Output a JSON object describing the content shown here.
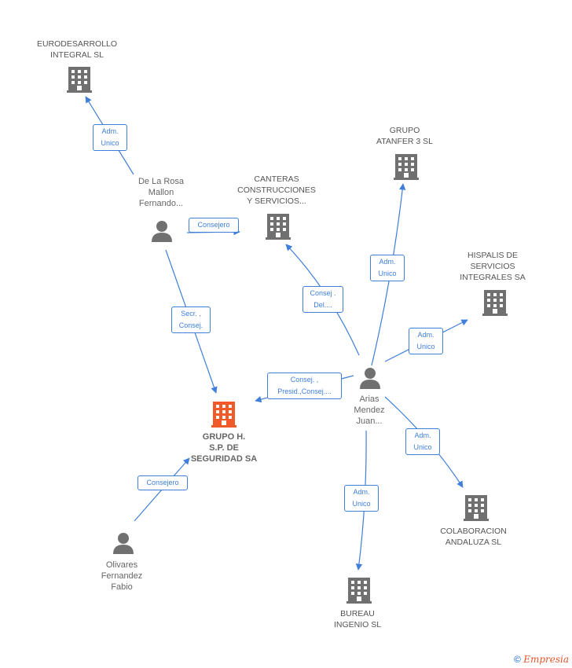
{
  "nodes": {
    "eurodesarrollo": {
      "label": "EURODESARROLLO\nINTEGRAL SL",
      "type": "company"
    },
    "derosa": {
      "label": "De La Rosa\nMallon\nFernando...",
      "type": "person"
    },
    "canteras": {
      "label": "CANTERAS\nCONSTRUCCIONES\nY SERVICIOS...",
      "type": "company"
    },
    "atanfer": {
      "label": "GRUPO\nATANFER 3 SL",
      "type": "company"
    },
    "hispalis": {
      "label": "HISPALIS DE\nSERVICIOS\nINTEGRALES SA",
      "type": "company"
    },
    "grupo_hsp": {
      "label": "GRUPO H.\nS.P. DE\nSEGURIDAD SA",
      "type": "company-main"
    },
    "arias": {
      "label": "Arias\nMendez\nJuan...",
      "type": "person"
    },
    "colaboracion": {
      "label": "COLABORACION\nANDALUZA  SL",
      "type": "company"
    },
    "olivares": {
      "label": "Olivares\nFernandez\nFabio",
      "type": "person"
    },
    "bureau": {
      "label": "BUREAU\nINGENIO SL",
      "type": "company"
    }
  },
  "edges": {
    "derosa_eurodesarrollo": "Adm.\nUnico",
    "derosa_canteras": "Consejero",
    "derosa_grupo": "Secr. ,\nConsej.",
    "arias_canteras": "Consej .\nDel....",
    "arias_atanfer": "Adm.\nUnico",
    "arias_hispalis": "Adm.\nUnico",
    "arias_grupo": "Consej. ,\nPresid.,Consej....",
    "arias_colaboracion": "Adm.\nUnico",
    "arias_bureau": "Adm.\nUnico",
    "olivares_grupo": "Consejero"
  },
  "colors": {
    "edge": "#3f7fd9",
    "company_icon": "#707070",
    "main_icon": "#f05a28"
  },
  "footer": {
    "copyright": "©",
    "brand": "Empresia"
  }
}
